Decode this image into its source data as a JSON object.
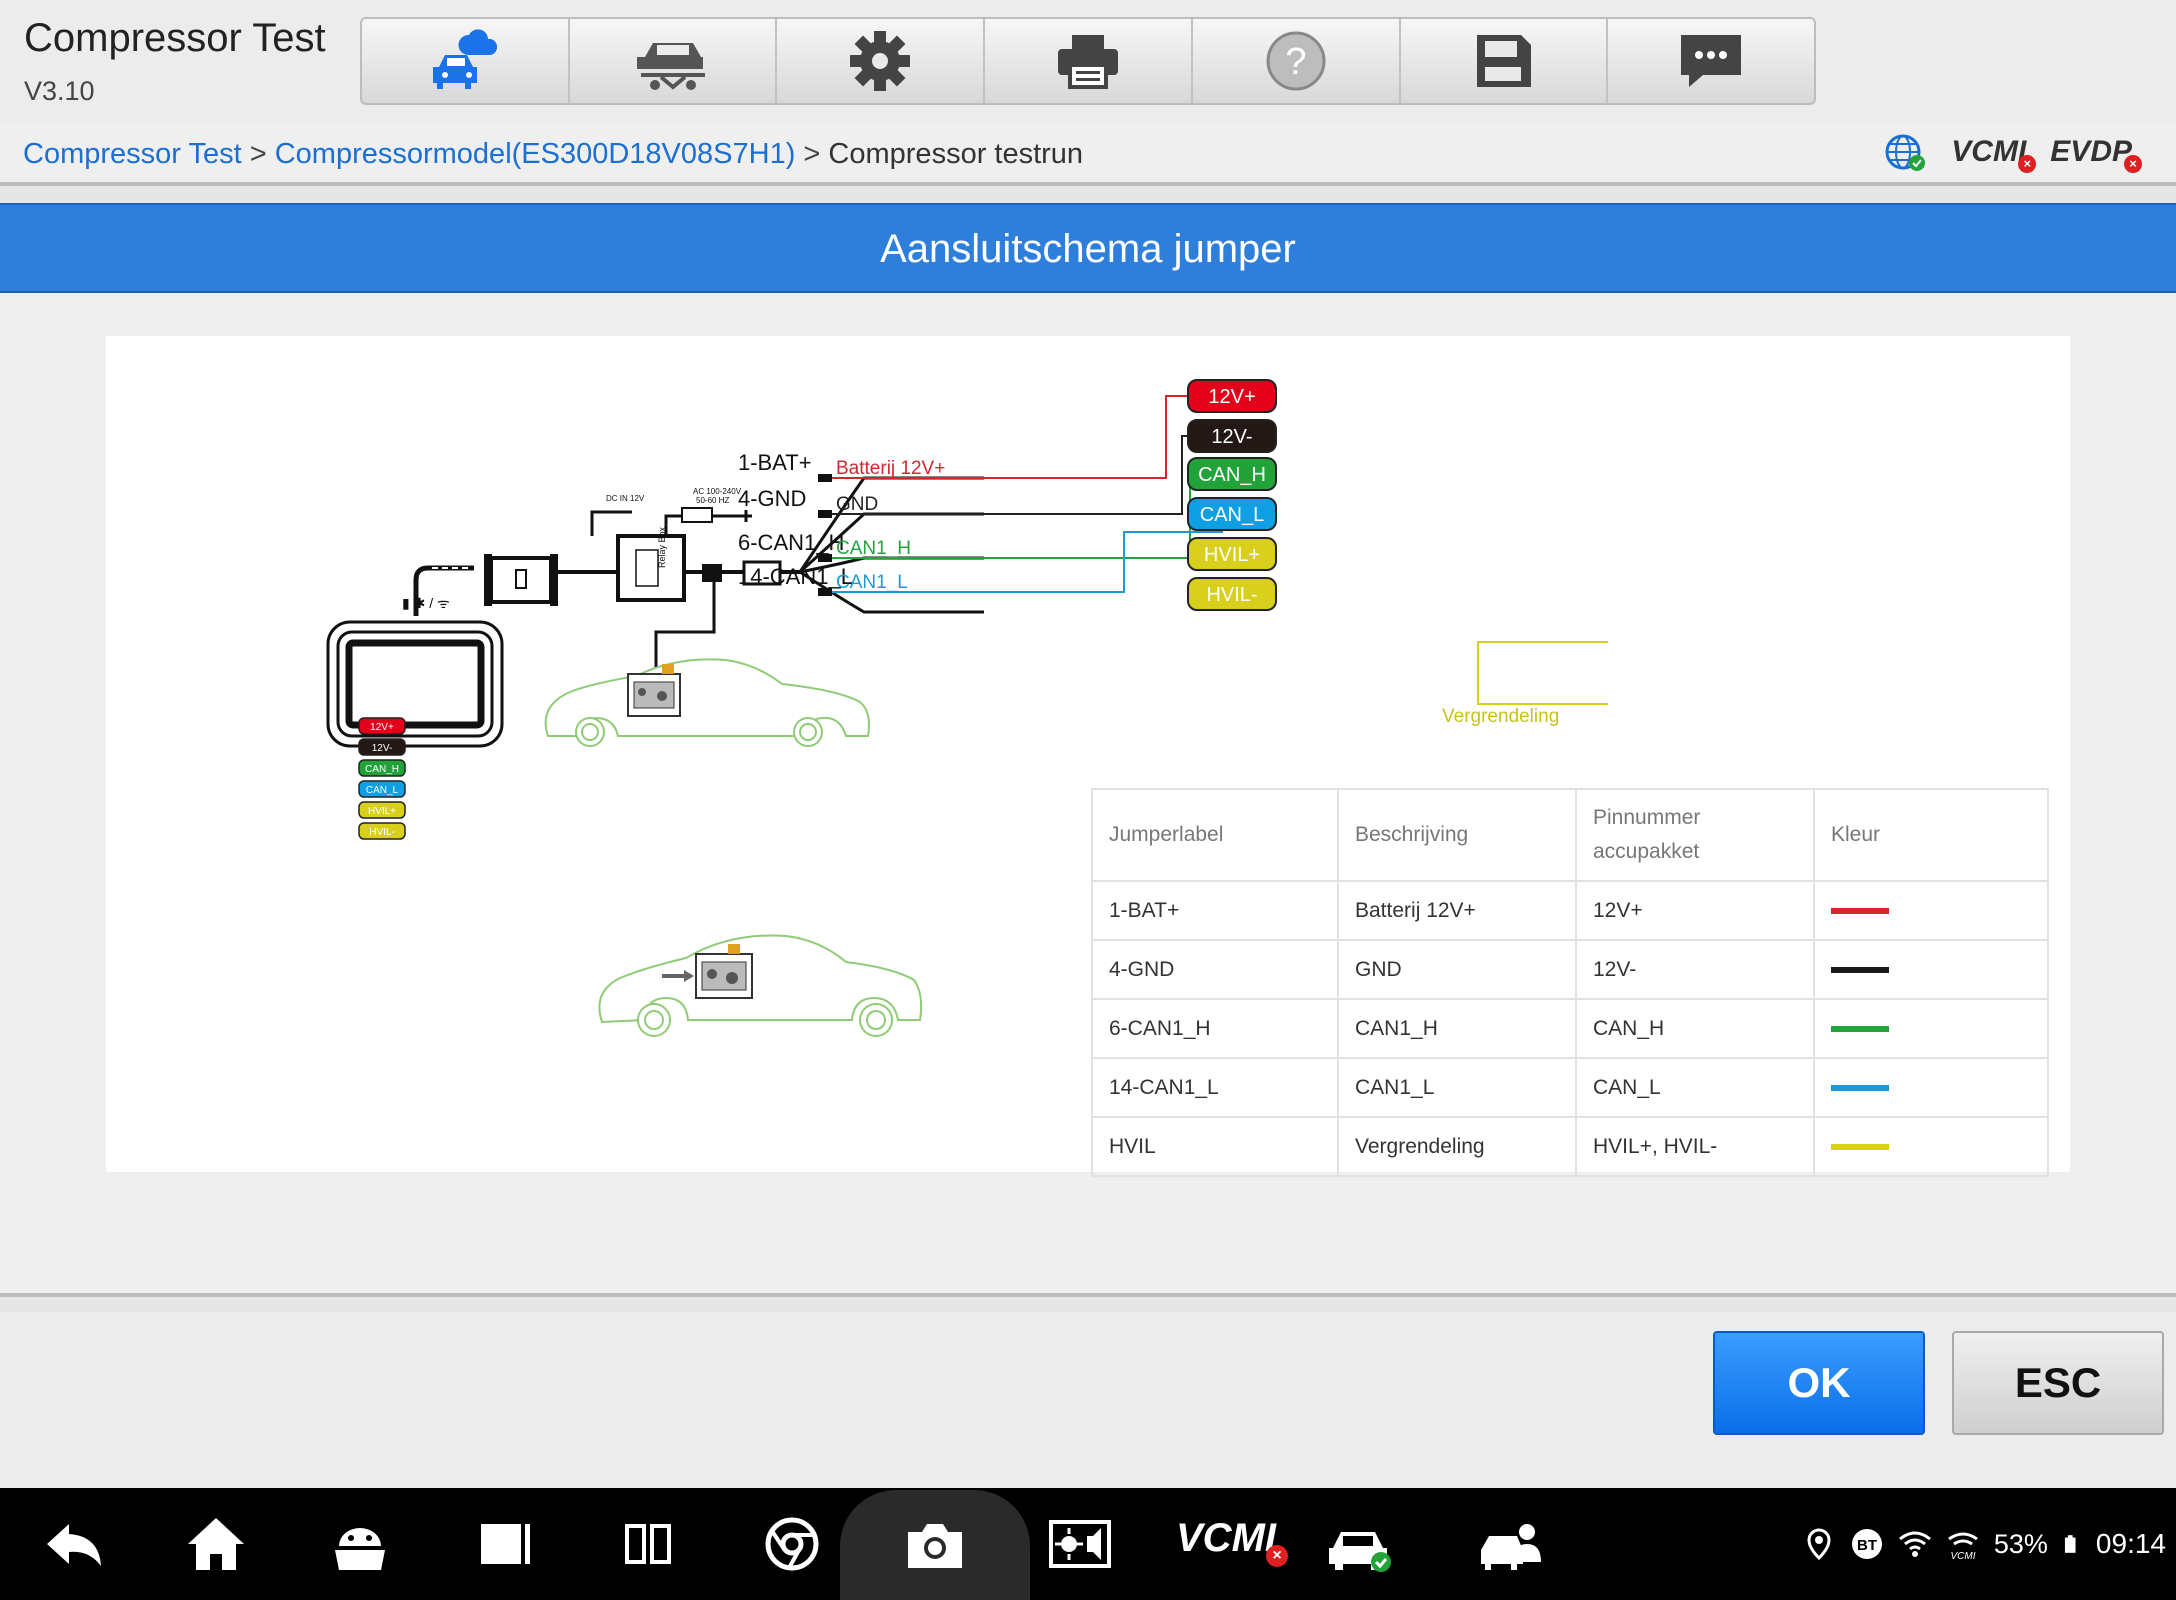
{
  "header": {
    "title": "Compressor Test",
    "version": "V3.10",
    "toolbar": [
      {
        "name": "remote-expert",
        "icon": "car-cloud-icon"
      },
      {
        "name": "vehicle-lift",
        "icon": "vehicle-lift-icon"
      },
      {
        "name": "settings",
        "icon": "gear-icon"
      },
      {
        "name": "print",
        "icon": "printer-icon"
      },
      {
        "name": "help",
        "icon": "help-icon"
      },
      {
        "name": "save",
        "icon": "save-icon"
      },
      {
        "name": "feedback",
        "icon": "chat-icon"
      }
    ]
  },
  "breadcrumb": {
    "items": [
      "Compressor Test",
      "Compressormodel(ES300D18V08S7H1)",
      "Compressor testrun"
    ],
    "separator": ">"
  },
  "status": {
    "vcm": "VCMI",
    "evdp": "EVDP"
  },
  "dialog": {
    "title": "Aansluitschema jumper"
  },
  "diagram": {
    "device_labels": {
      "dc_in": "DC IN 12V",
      "ac_in": "AC 100-240V",
      "ac_hz": "50-60 HZ",
      "box": "Relay Box"
    },
    "wires": [
      {
        "pin": "1-BAT+",
        "desc": "Batterij 12V+",
        "color": "#d7252f"
      },
      {
        "pin": "4-GND",
        "desc": "GND",
        "color": "#222222"
      },
      {
        "pin": "6-CAN1_H",
        "desc": "CAN1_H",
        "color": "#28a23c"
      },
      {
        "pin": "14-CAN1_L",
        "desc": "CAN1_L",
        "color": "#1c9ad6"
      }
    ],
    "hvil_label": "Vergrendeling",
    "connectors": [
      {
        "label": "12V+",
        "bg": "#e2001a",
        "fg": "#ffffff"
      },
      {
        "label": "12V-",
        "bg": "#231815",
        "fg": "#ffffff"
      },
      {
        "label": "CAN_H",
        "bg": "#22a33a",
        "fg": "#ffffff"
      },
      {
        "label": "CAN_L",
        "bg": "#0ea0e3",
        "fg": "#ffffff"
      },
      {
        "label": "HVIL+",
        "bg": "#d8d01c",
        "fg": "#ffffff"
      },
      {
        "label": "HVIL-",
        "bg": "#d8d01c",
        "fg": "#ffffff"
      }
    ]
  },
  "table": {
    "headers": [
      "Jumperlabel",
      "Beschrijving",
      "Pinnummer accupakket",
      "Kleur"
    ],
    "rows": [
      {
        "label": "1-BAT+",
        "desc": "Batterij 12V+",
        "pin": "12V+",
        "color": "#d7252f"
      },
      {
        "label": "4-GND",
        "desc": "GND",
        "pin": "12V-",
        "color": "#1a1a1a"
      },
      {
        "label": "6-CAN1_H",
        "desc": "CAN1_H",
        "pin": "CAN_H",
        "color": "#22a33a"
      },
      {
        "label": "14-CAN1_L",
        "desc": "CAN1_L",
        "pin": "CAN_L",
        "color": "#1c9ad6"
      },
      {
        "label": "HVIL",
        "desc": "Vergrendeling",
        "pin": "HVIL+, HVIL-",
        "color": "#d8d01c"
      }
    ]
  },
  "buttons": {
    "ok": "OK",
    "esc": "ESC"
  },
  "navbar": {
    "vcmi": "VCMI",
    "battery": "53%",
    "time": "09:14"
  }
}
